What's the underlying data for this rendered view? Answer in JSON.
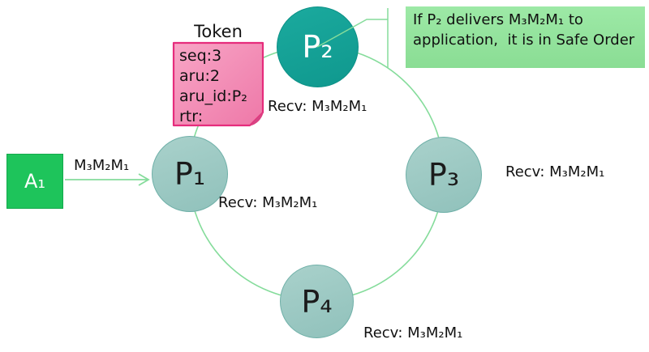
{
  "colors": {
    "application_green": "#1ec45b",
    "process_light_teal": "#9ac8c2",
    "process_dark_teal": "#149e94",
    "ring_green": "#85dc9b",
    "token_pink": "#f390ba",
    "token_border_pink": "#e62c7c",
    "callout_green": "#91e39b"
  },
  "application": {
    "label": "A₁"
  },
  "message_label": "M₃M₂M₁",
  "token": {
    "title": "Token",
    "fields": [
      "seq:3",
      "aru:2",
      "aru_id:P₂",
      "rtr:"
    ]
  },
  "processes": [
    {
      "id": "P1",
      "label": "P₁",
      "recv": "Recv: M₃M₂M₁"
    },
    {
      "id": "P2",
      "label": "P₂",
      "recv": "Recv: M₃M₂M₁"
    },
    {
      "id": "P3",
      "label": "P₃",
      "recv": "Recv: M₃M₂M₁"
    },
    {
      "id": "P4",
      "label": "P₄",
      "recv": "Recv: M₃M₂M₁"
    }
  ],
  "callout": {
    "text": "If P₂ delivers M₃M₂M₁ to application,  it is in Safe Order"
  }
}
